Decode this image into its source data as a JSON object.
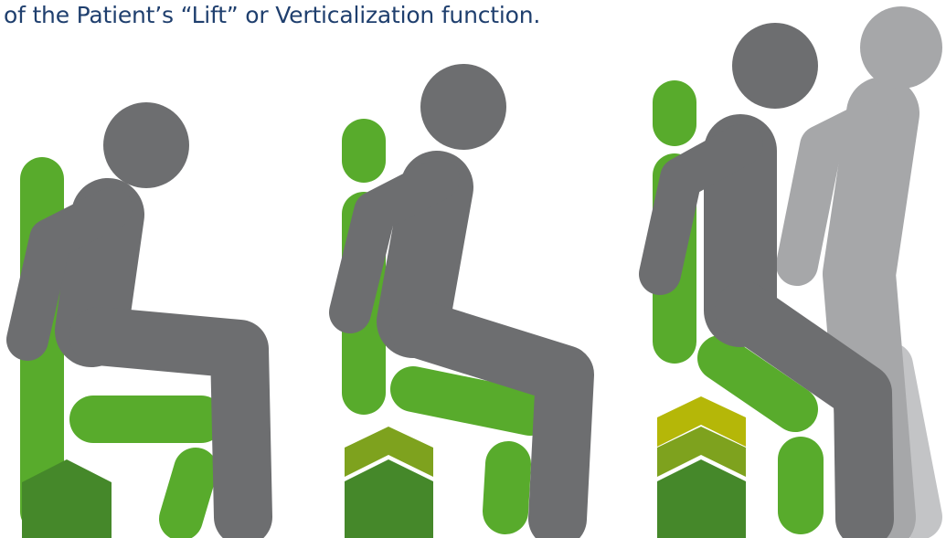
{
  "caption": "of the Patient’s “Lift” or Verticalization function.",
  "colors": {
    "caption_text": "#1f3f6e",
    "patient_gray": "#6d6e70",
    "caregiver_gray": "#a6a7a9",
    "caregiver_leg_light": "#c3c4c6",
    "body_green": "#58ab2c",
    "level_dark_green": "#45882a",
    "level_olive": "#7ea21e",
    "level_yellow_green": "#b5b708"
  },
  "stages": [
    {
      "level_indicator_segments": 1
    },
    {
      "level_indicator_segments": 2
    },
    {
      "level_indicator_segments": 3,
      "caregiver_present": true
    }
  ]
}
